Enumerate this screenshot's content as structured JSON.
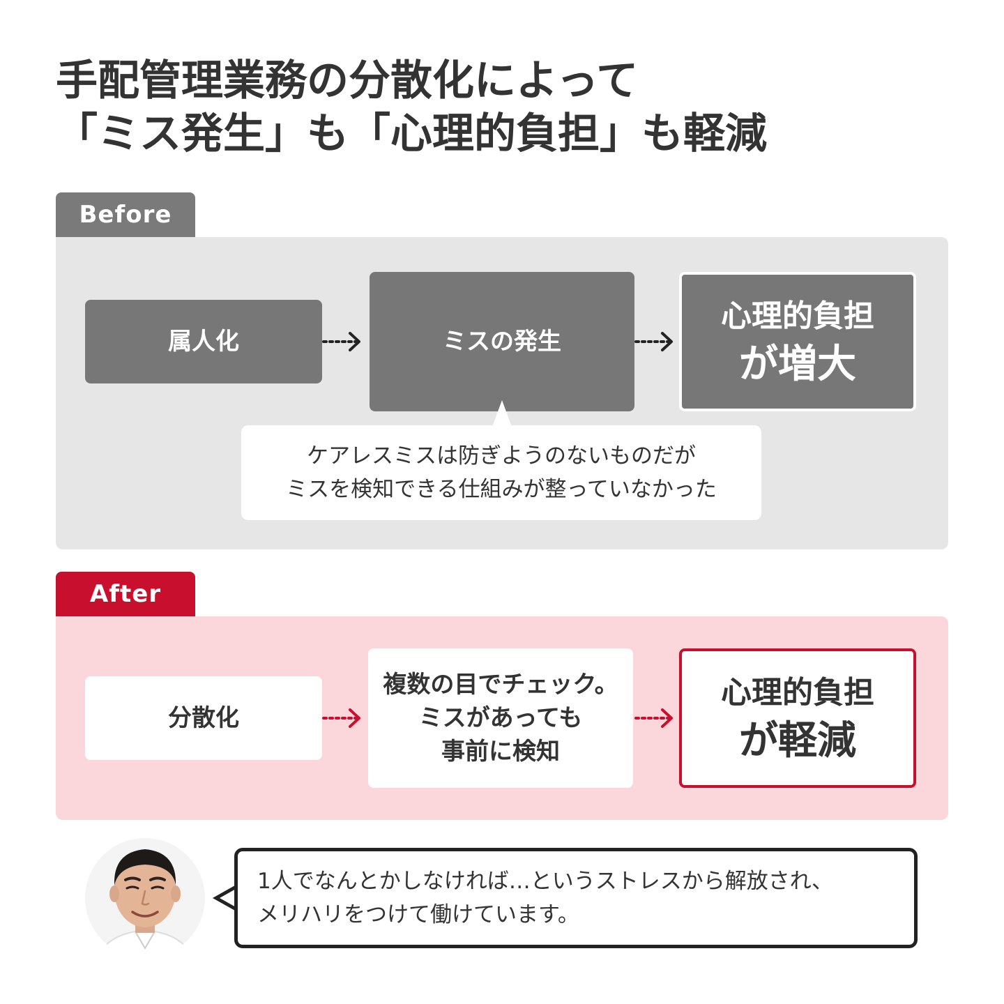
{
  "title": {
    "line1": "手配管理業務の分散化によって",
    "line2": "「ミス発生」も「心理的負担」も軽減"
  },
  "before": {
    "tag": "Before",
    "step1": "属人化",
    "step2": "ミスの発生",
    "result_line1": "心理的負担",
    "result_line2": "が増大",
    "note_line1": "ケアレスミスは防ぎようのないものだが",
    "note_line2": "ミスを検知できる仕組みが整っていなかった"
  },
  "after": {
    "tag": "After",
    "step1": "分散化",
    "step2_line1": "複数の目でチェック。",
    "step2_line2": "ミスがあっても",
    "step2_line3": "事前に検知",
    "result_line1": "心理的負担",
    "result_line2": "が軽減"
  },
  "quote": {
    "line1": "1人でなんとかしなければ…というストレスから解放され、",
    "line2": "メリハリをつけて働けています。"
  },
  "colors": {
    "before_tag": "#7a7a7a",
    "before_panel": "#e6e6e6",
    "before_box": "#777777",
    "after_tag": "#c8102e",
    "after_panel": "#fbd6db",
    "text": "#333333"
  },
  "icons": {
    "arrow": "dotted-chevron-arrow-right",
    "avatar": "man-portrait"
  }
}
